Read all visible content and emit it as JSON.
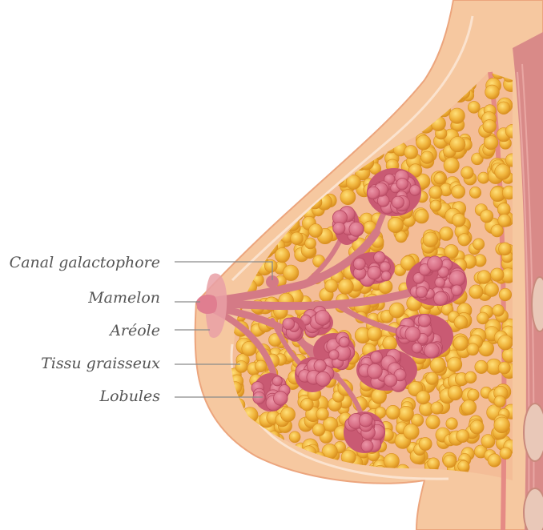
{
  "labels": [
    {
      "id": "canal",
      "text": "Canal galactophore"
    },
    {
      "id": "mamelon",
      "text": "Mamelon"
    },
    {
      "id": "areole",
      "text": "Aréole"
    },
    {
      "id": "tissu",
      "text": "Tissu graisseux"
    },
    {
      "id": "lobules",
      "text": "Lobules"
    }
  ],
  "colors": {
    "skin": "#f6c8a0",
    "skin_dark": "#eca57d",
    "fat": "#f0b43c",
    "fat_shadow": "#d98f1f",
    "lobule": "#d66b82",
    "lobule_dark": "#b84a63",
    "duct": "#d47a86",
    "muscle": "#d98a88",
    "leader_line": "#8a8a8a",
    "label_text": "#555555"
  }
}
